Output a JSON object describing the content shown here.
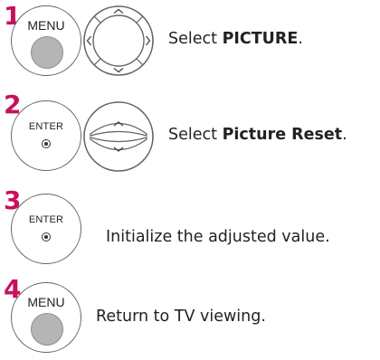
{
  "steps": [
    {
      "number": "1",
      "button_label": "MENU",
      "text_prefix": "Select ",
      "text_bold": "PICTURE",
      "text_suffix": "."
    },
    {
      "number": "2",
      "button_label": "ENTER",
      "text_prefix": "Select ",
      "text_bold": "Picture Reset",
      "text_suffix": "."
    },
    {
      "number": "3",
      "button_label": "ENTER",
      "text": "Initialize the adjusted value."
    },
    {
      "number": "4",
      "button_label": "MENU",
      "text": "Return to TV viewing."
    }
  ],
  "colors": {
    "step_number": "#c8115c",
    "button_knob": "#b5b5b5",
    "outline": "#666666"
  },
  "icons": [
    "menu-button",
    "navigation-pad-icon",
    "enter-button",
    "up-down-pad-icon"
  ]
}
